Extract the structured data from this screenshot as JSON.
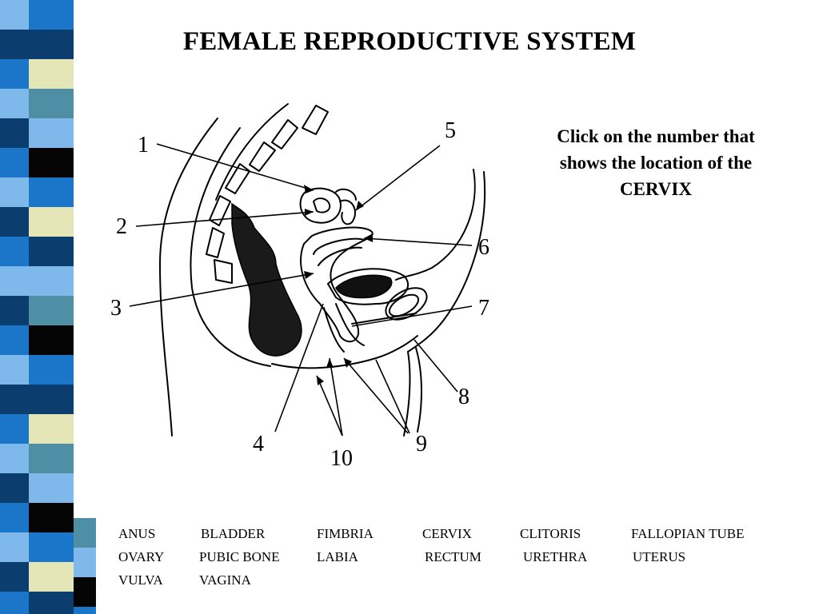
{
  "title": "FEMALE REPRODUCTIVE SYSTEM",
  "instruction": {
    "line1": "Click on the number that",
    "line2": "shows the location of the",
    "line3": "CERVIX"
  },
  "numbers": [
    "1",
    "2",
    "3",
    "4",
    "5",
    "6",
    "7",
    "8",
    "9",
    "10"
  ],
  "word_bank": {
    "row1": [
      "ANUS",
      "BLADDER",
      "FIMBRIA",
      "CERVIX",
      "CLITORIS",
      "FALLOPIAN TUBE"
    ],
    "row2": [
      "OVARY",
      "PUBIC BONE",
      "LABIA",
      "RECTUM",
      "URETHRA",
      "UTERUS"
    ],
    "row3": [
      "VULVA",
      "VAGINA"
    ]
  },
  "colors": {
    "stripe_dark": "#0b3d6e",
    "stripe_blue": "#1b75c9",
    "stripe_light": "#7fb8ea",
    "stripe_teal": "#4f8fa6",
    "stripe_cream": "#e4e6b7",
    "stripe_black": "#050505"
  }
}
